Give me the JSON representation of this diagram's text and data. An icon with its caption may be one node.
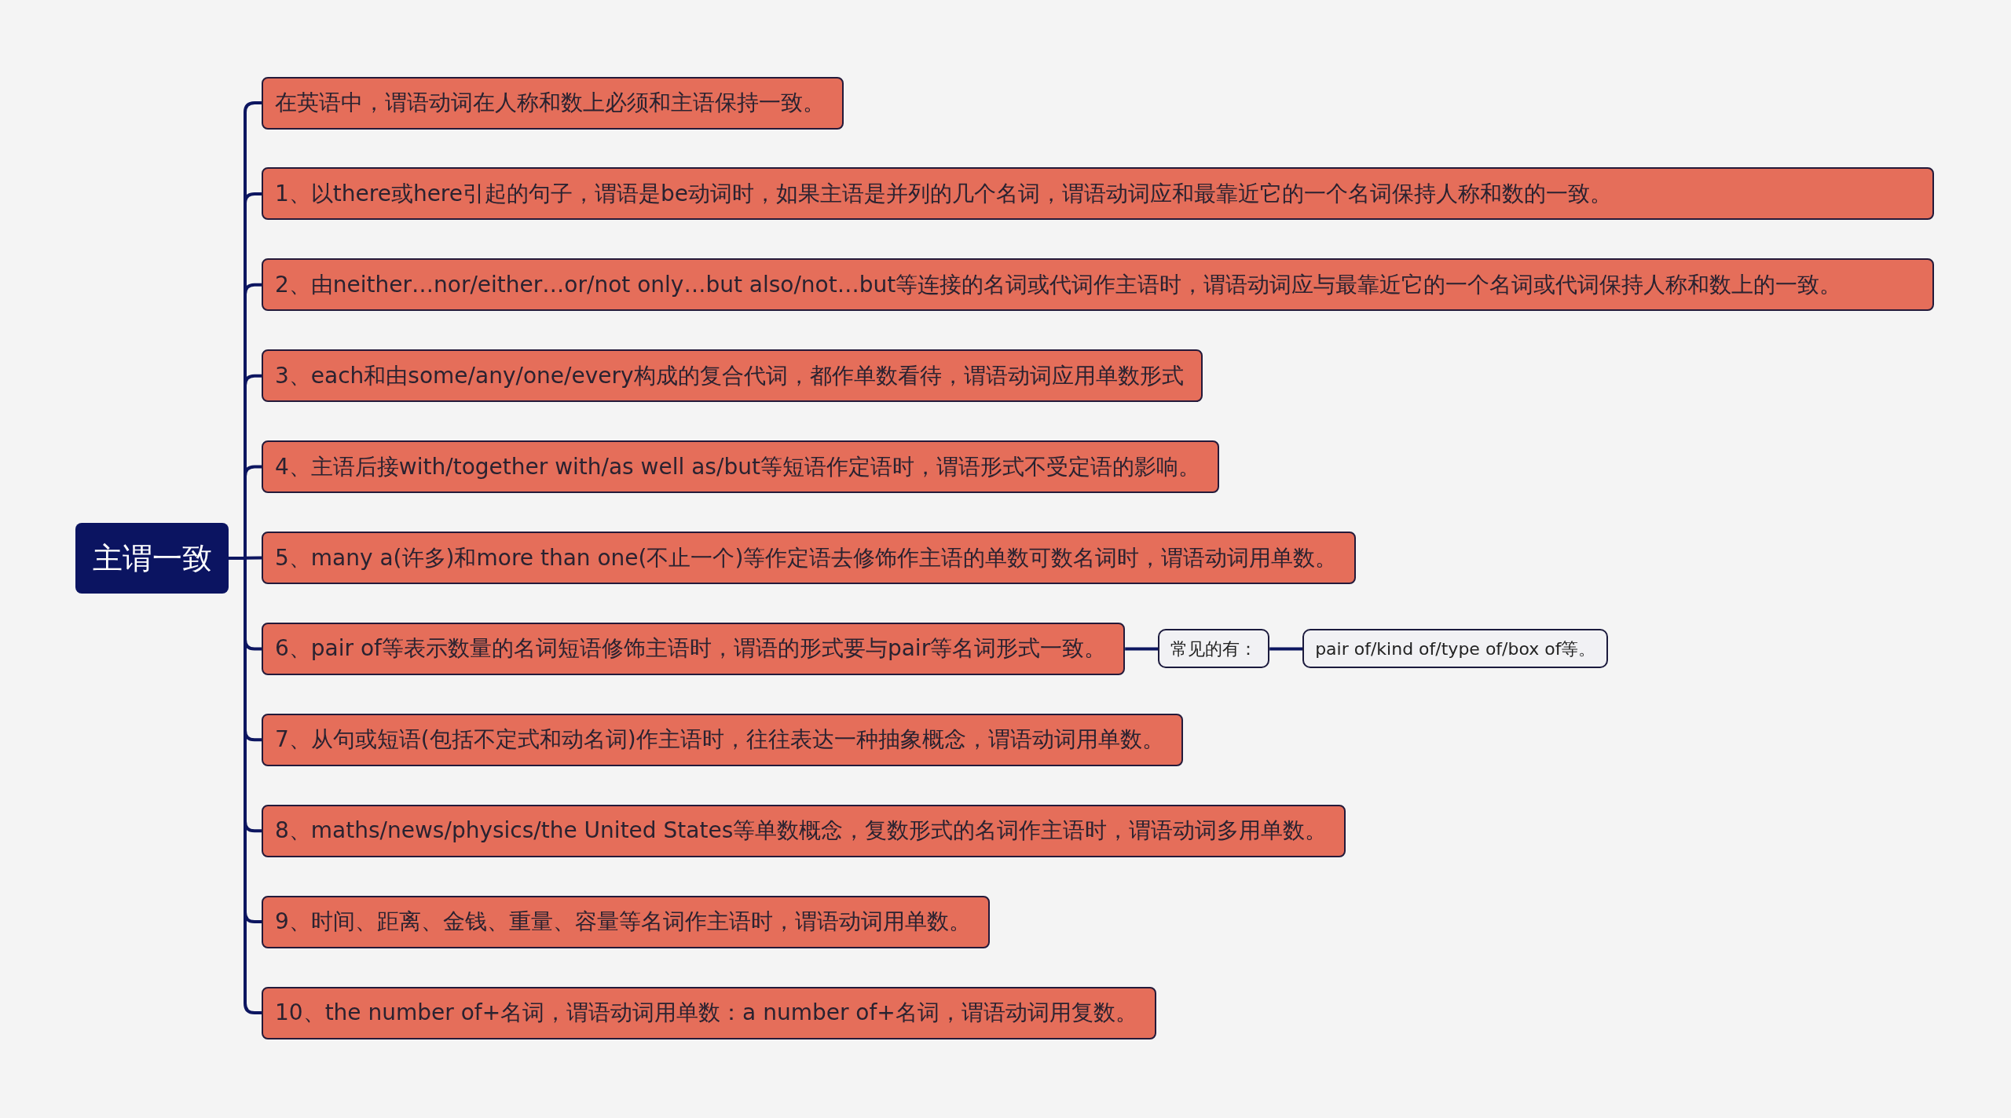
{
  "diagram": {
    "nodes": [
      {
        "text": [
          "主谓一致"
        ]
      },
      {
        "text": [
          "在英语中，谓语动词在人称和数上必须和主语保持一致。"
        ]
      },
      {
        "text": [
          "1、以there或here引起的句子，谓语是be动词时，如果主语是并列的几个名词，谓语动词应和最靠近它的一个名词保持人称和数的一致。"
        ]
      },
      {
        "text": [
          "2、由neither…nor/either…or/not only…but also/not…but等连接的名词或代词作主语时，谓语动词应与最靠近它的一个名词或代词保持人称和数上的一致。"
        ]
      },
      {
        "text": [
          "3、each和由some/any/one/every构成的复合代词，都作单数看待，谓语动词应用单数形式"
        ]
      },
      {
        "text": [
          "4、主语后接with/together with/as well as/but等短语作定语时，谓语形式不受定语的影响。"
        ]
      },
      {
        "text": [
          "5、many a(许多)和more than one(不止一个)等作定语去修饰作主语的单数可数名词时，谓语动词用单数。"
        ]
      },
      {
        "text": [
          "6、pair of等表示数量的名词短语修饰主语时，谓语的形式要与pair等名词形式一致。"
        ]
      },
      {
        "text": [
          "7、从句或短语(包括不定式和动名词)作主语时，往往表达一种抽象概念，谓语动词用单数。"
        ]
      },
      {
        "text": [
          "8、maths/news/physics/the United States等单数概念，复数形式的名词作主语时，谓语动词多用单数。"
        ]
      },
      {
        "text": [
          "9、时间、距离、金钱、重量、容量等名词作主语时，谓语动词用单数。"
        ]
      },
      {
        "text": [
          "10、the number of+名词，谓语动词用单数：a number of+名词，谓语动词用复数。"
        ]
      },
      {
        "text": [
          "常见的有："
        ]
      },
      {
        "text": [
          "pair of/kind of/type of/box of等。"
        ]
      }
    ],
    "edges": [
      {
        "from": 0,
        "to": 1,
        "arrow": "none"
      },
      {
        "from": 0,
        "to": 2,
        "arrow": "none"
      },
      {
        "from": 0,
        "to": 3,
        "arrow": "none"
      },
      {
        "from": 0,
        "to": 4,
        "arrow": "none"
      },
      {
        "from": 0,
        "to": 5,
        "arrow": "none"
      },
      {
        "from": 0,
        "to": 6,
        "arrow": "none"
      },
      {
        "from": 0,
        "to": 7,
        "arrow": "none"
      },
      {
        "from": 0,
        "to": 8,
        "arrow": "none"
      },
      {
        "from": 0,
        "to": 9,
        "arrow": "none"
      },
      {
        "from": 0,
        "to": 10,
        "arrow": "none"
      },
      {
        "from": 0,
        "to": 11,
        "arrow": "none"
      },
      {
        "from": 7,
        "to": 12,
        "arrow": "none"
      },
      {
        "from": 12,
        "to": 13,
        "arrow": "none"
      }
    ]
  }
}
